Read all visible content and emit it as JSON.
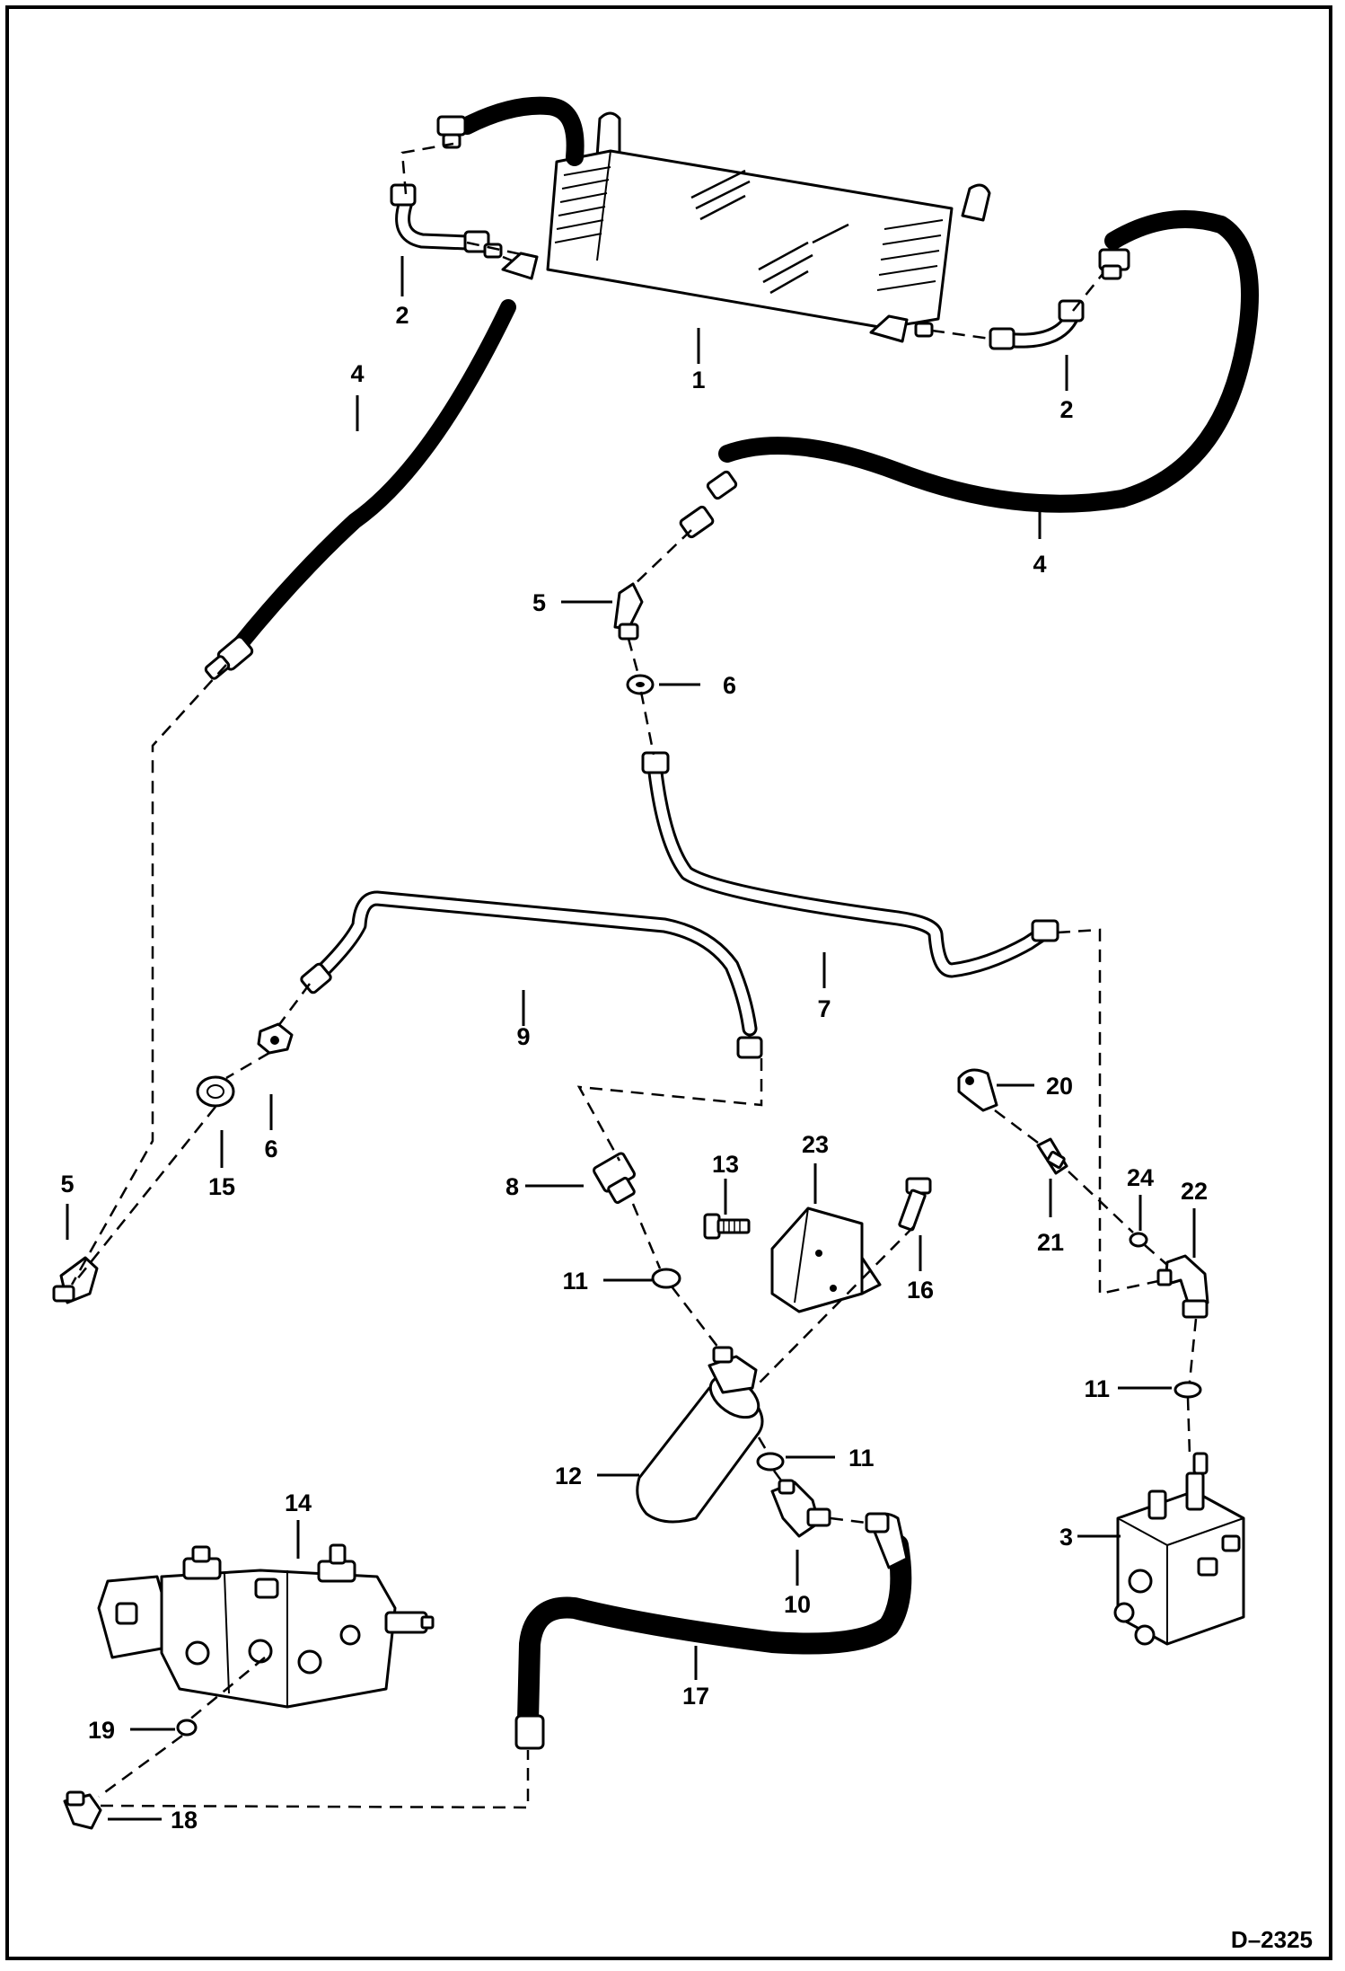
{
  "figure_id": "D–2325",
  "callouts": [
    {
      "id": "c1",
      "label": "1"
    },
    {
      "id": "c2a",
      "label": "2"
    },
    {
      "id": "c2b",
      "label": "2"
    },
    {
      "id": "c3",
      "label": "3"
    },
    {
      "id": "c4a",
      "label": "4"
    },
    {
      "id": "c4b",
      "label": "4"
    },
    {
      "id": "c5a",
      "label": "5"
    },
    {
      "id": "c5b",
      "label": "5"
    },
    {
      "id": "c6a",
      "label": "6"
    },
    {
      "id": "c6b",
      "label": "6"
    },
    {
      "id": "c7",
      "label": "7"
    },
    {
      "id": "c8",
      "label": "8"
    },
    {
      "id": "c9",
      "label": "9"
    },
    {
      "id": "c10",
      "label": "10"
    },
    {
      "id": "c11a",
      "label": "11"
    },
    {
      "id": "c11b",
      "label": "11"
    },
    {
      "id": "c11c",
      "label": "11"
    },
    {
      "id": "c12",
      "label": "12"
    },
    {
      "id": "c13",
      "label": "13"
    },
    {
      "id": "c14",
      "label": "14"
    },
    {
      "id": "c15",
      "label": "15"
    },
    {
      "id": "c16",
      "label": "16"
    },
    {
      "id": "c17",
      "label": "17"
    },
    {
      "id": "c18",
      "label": "18"
    },
    {
      "id": "c19",
      "label": "19"
    },
    {
      "id": "c20",
      "label": "20"
    },
    {
      "id": "c21",
      "label": "21"
    },
    {
      "id": "c22",
      "label": "22"
    },
    {
      "id": "c23",
      "label": "23"
    },
    {
      "id": "c24",
      "label": "24"
    }
  ]
}
